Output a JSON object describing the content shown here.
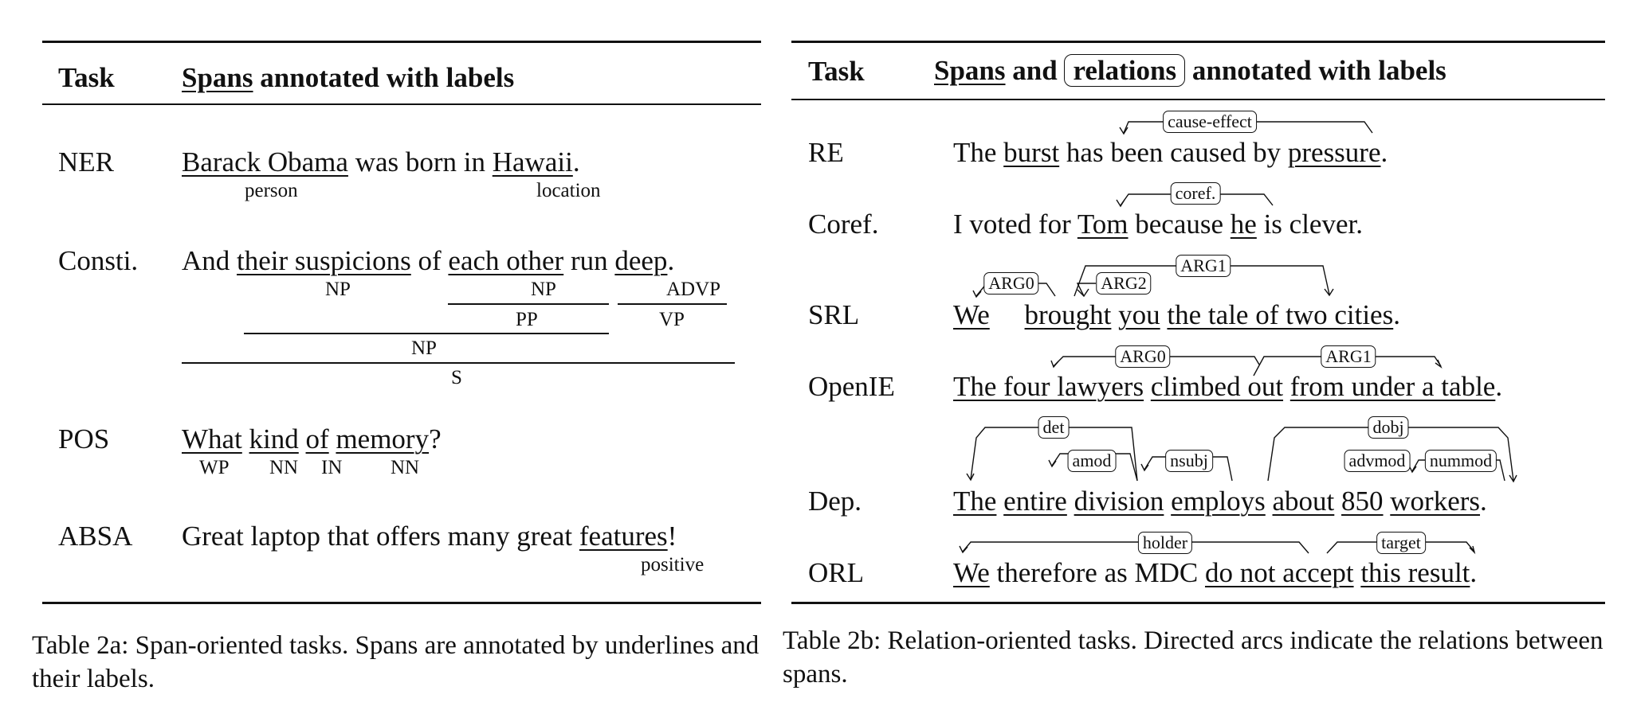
{
  "table_a": {
    "header_task": "Task",
    "header_spans": "Spans",
    "header_rest": " annotated with labels",
    "rows": {
      "ner": {
        "task": "NER",
        "s1": "Barack Obama",
        "s2": " was born in ",
        "s3": "Hawaii",
        "s4": ".",
        "labels": [
          "person",
          "location"
        ]
      },
      "consti": {
        "task": "Consti.",
        "w1": "And ",
        "w2": "their suspicions",
        "w3": " of ",
        "w4": "each other",
        "w5": " run ",
        "w6": "deep",
        "w7": ".",
        "labels": {
          "np1": "NP",
          "np2": "NP",
          "advp": "ADVP",
          "pp": "PP",
          "vp": "VP",
          "np3": "NP",
          "s": "S"
        }
      },
      "pos": {
        "task": "POS",
        "w1": "What",
        "w2": "kind",
        "w3": "of",
        "w4": "memory",
        "w5": "?",
        "labels": [
          "WP",
          "NN",
          "IN",
          "NN"
        ]
      },
      "absa": {
        "task": "ABSA",
        "s1": "Great laptop that offers many great ",
        "s2": "features",
        "s3": "!",
        "label": "positive"
      }
    },
    "caption": "Table 2a: Span-oriented tasks. Spans are annotated by underlines and their labels."
  },
  "table_b": {
    "header_task": "Task",
    "header_spans": "Spans",
    "header_and": " and ",
    "header_relations": "relations",
    "header_rest": " annotated with labels",
    "rows": {
      "re": {
        "task": "RE",
        "w1": "The ",
        "w2": "burst",
        "w3": " has been caused by ",
        "w4": "pressure",
        "w5": ".",
        "arc": "cause-effect"
      },
      "coref": {
        "task": "Coref.",
        "w1": "I voted for ",
        "w2": "Tom",
        "w3": " because ",
        "w4": "he",
        "w5": " is clever.",
        "arc": "coref."
      },
      "srl": {
        "task": "SRL",
        "w1": "We",
        "w2": "brought",
        "w3": "you",
        "w4": "the tale of two cities",
        "w5": ".",
        "arcs": [
          "ARG0",
          "ARG2",
          "ARG1"
        ]
      },
      "openie": {
        "task": "OpenIE",
        "w1": "The four lawyers",
        "w2": "climbed out",
        "w3": "from under a table",
        "w4": ".",
        "arcs": [
          "ARG0",
          "ARG1"
        ]
      },
      "dep": {
        "task": "Dep.",
        "w1": "The",
        "w2": "entire",
        "w3": "division",
        "w4": "employs",
        "w5": "about",
        "w6": "850",
        "w7": "workers",
        "w8": ".",
        "arcs": [
          "det",
          "amod",
          "nsubj",
          "dobj",
          "advmod",
          "nummod"
        ]
      },
      "orl": {
        "task": "ORL",
        "w1": "We",
        "w2": " therefore as MDC ",
        "w3": "do not accept",
        "w4": "this result",
        "w5": ".",
        "arcs": [
          "holder",
          "target"
        ]
      }
    },
    "caption": "Table 2b: Relation-oriented tasks. Directed arcs indicate the relations between spans."
  }
}
